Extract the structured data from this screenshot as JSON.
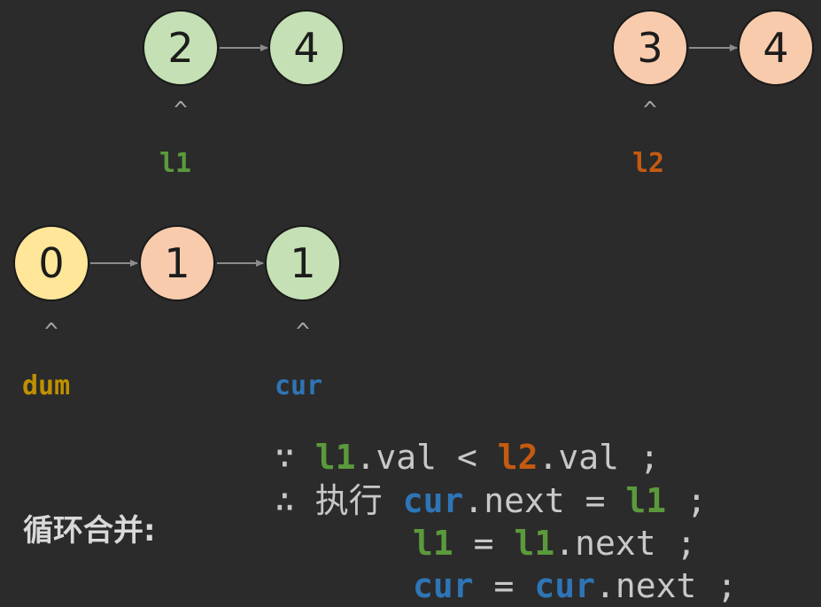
{
  "colors": {
    "l1": "#5b9a3c",
    "l2": "#c55a11",
    "dum": "#bf9000",
    "cur": "#2e75b6",
    "node_green": "#c5e0b4",
    "node_orange": "#f8cbad",
    "node_yellow": "#ffe699"
  },
  "list_l1": {
    "nodes": [
      "2",
      "4"
    ],
    "pointer": "l1"
  },
  "list_l2": {
    "nodes": [
      "3",
      "4"
    ],
    "pointer": "l2"
  },
  "merged": {
    "nodes": [
      "0",
      "1",
      "1"
    ],
    "pointers": [
      "dum",
      "cur"
    ]
  },
  "caret": "^",
  "label": "循环合并:",
  "code": {
    "line1": {
      "symbol": "∵",
      "l1": "l1",
      "val1": ".val",
      "op": "<",
      "l2": "l2",
      "val2": ".val",
      "semi": ";"
    },
    "line2": {
      "symbol": "∴",
      "word": "执行",
      "cur": "cur",
      "next": ".next",
      "eq": "=",
      "l1": "l1",
      "semi": ";"
    },
    "line3": {
      "l1a": "l1",
      "eq": "=",
      "l1b": "l1",
      "next": ".next",
      "semi": ";"
    },
    "line4": {
      "cura": "cur",
      "eq": "=",
      "curb": "cur",
      "next": ".next",
      "semi": ";"
    }
  }
}
